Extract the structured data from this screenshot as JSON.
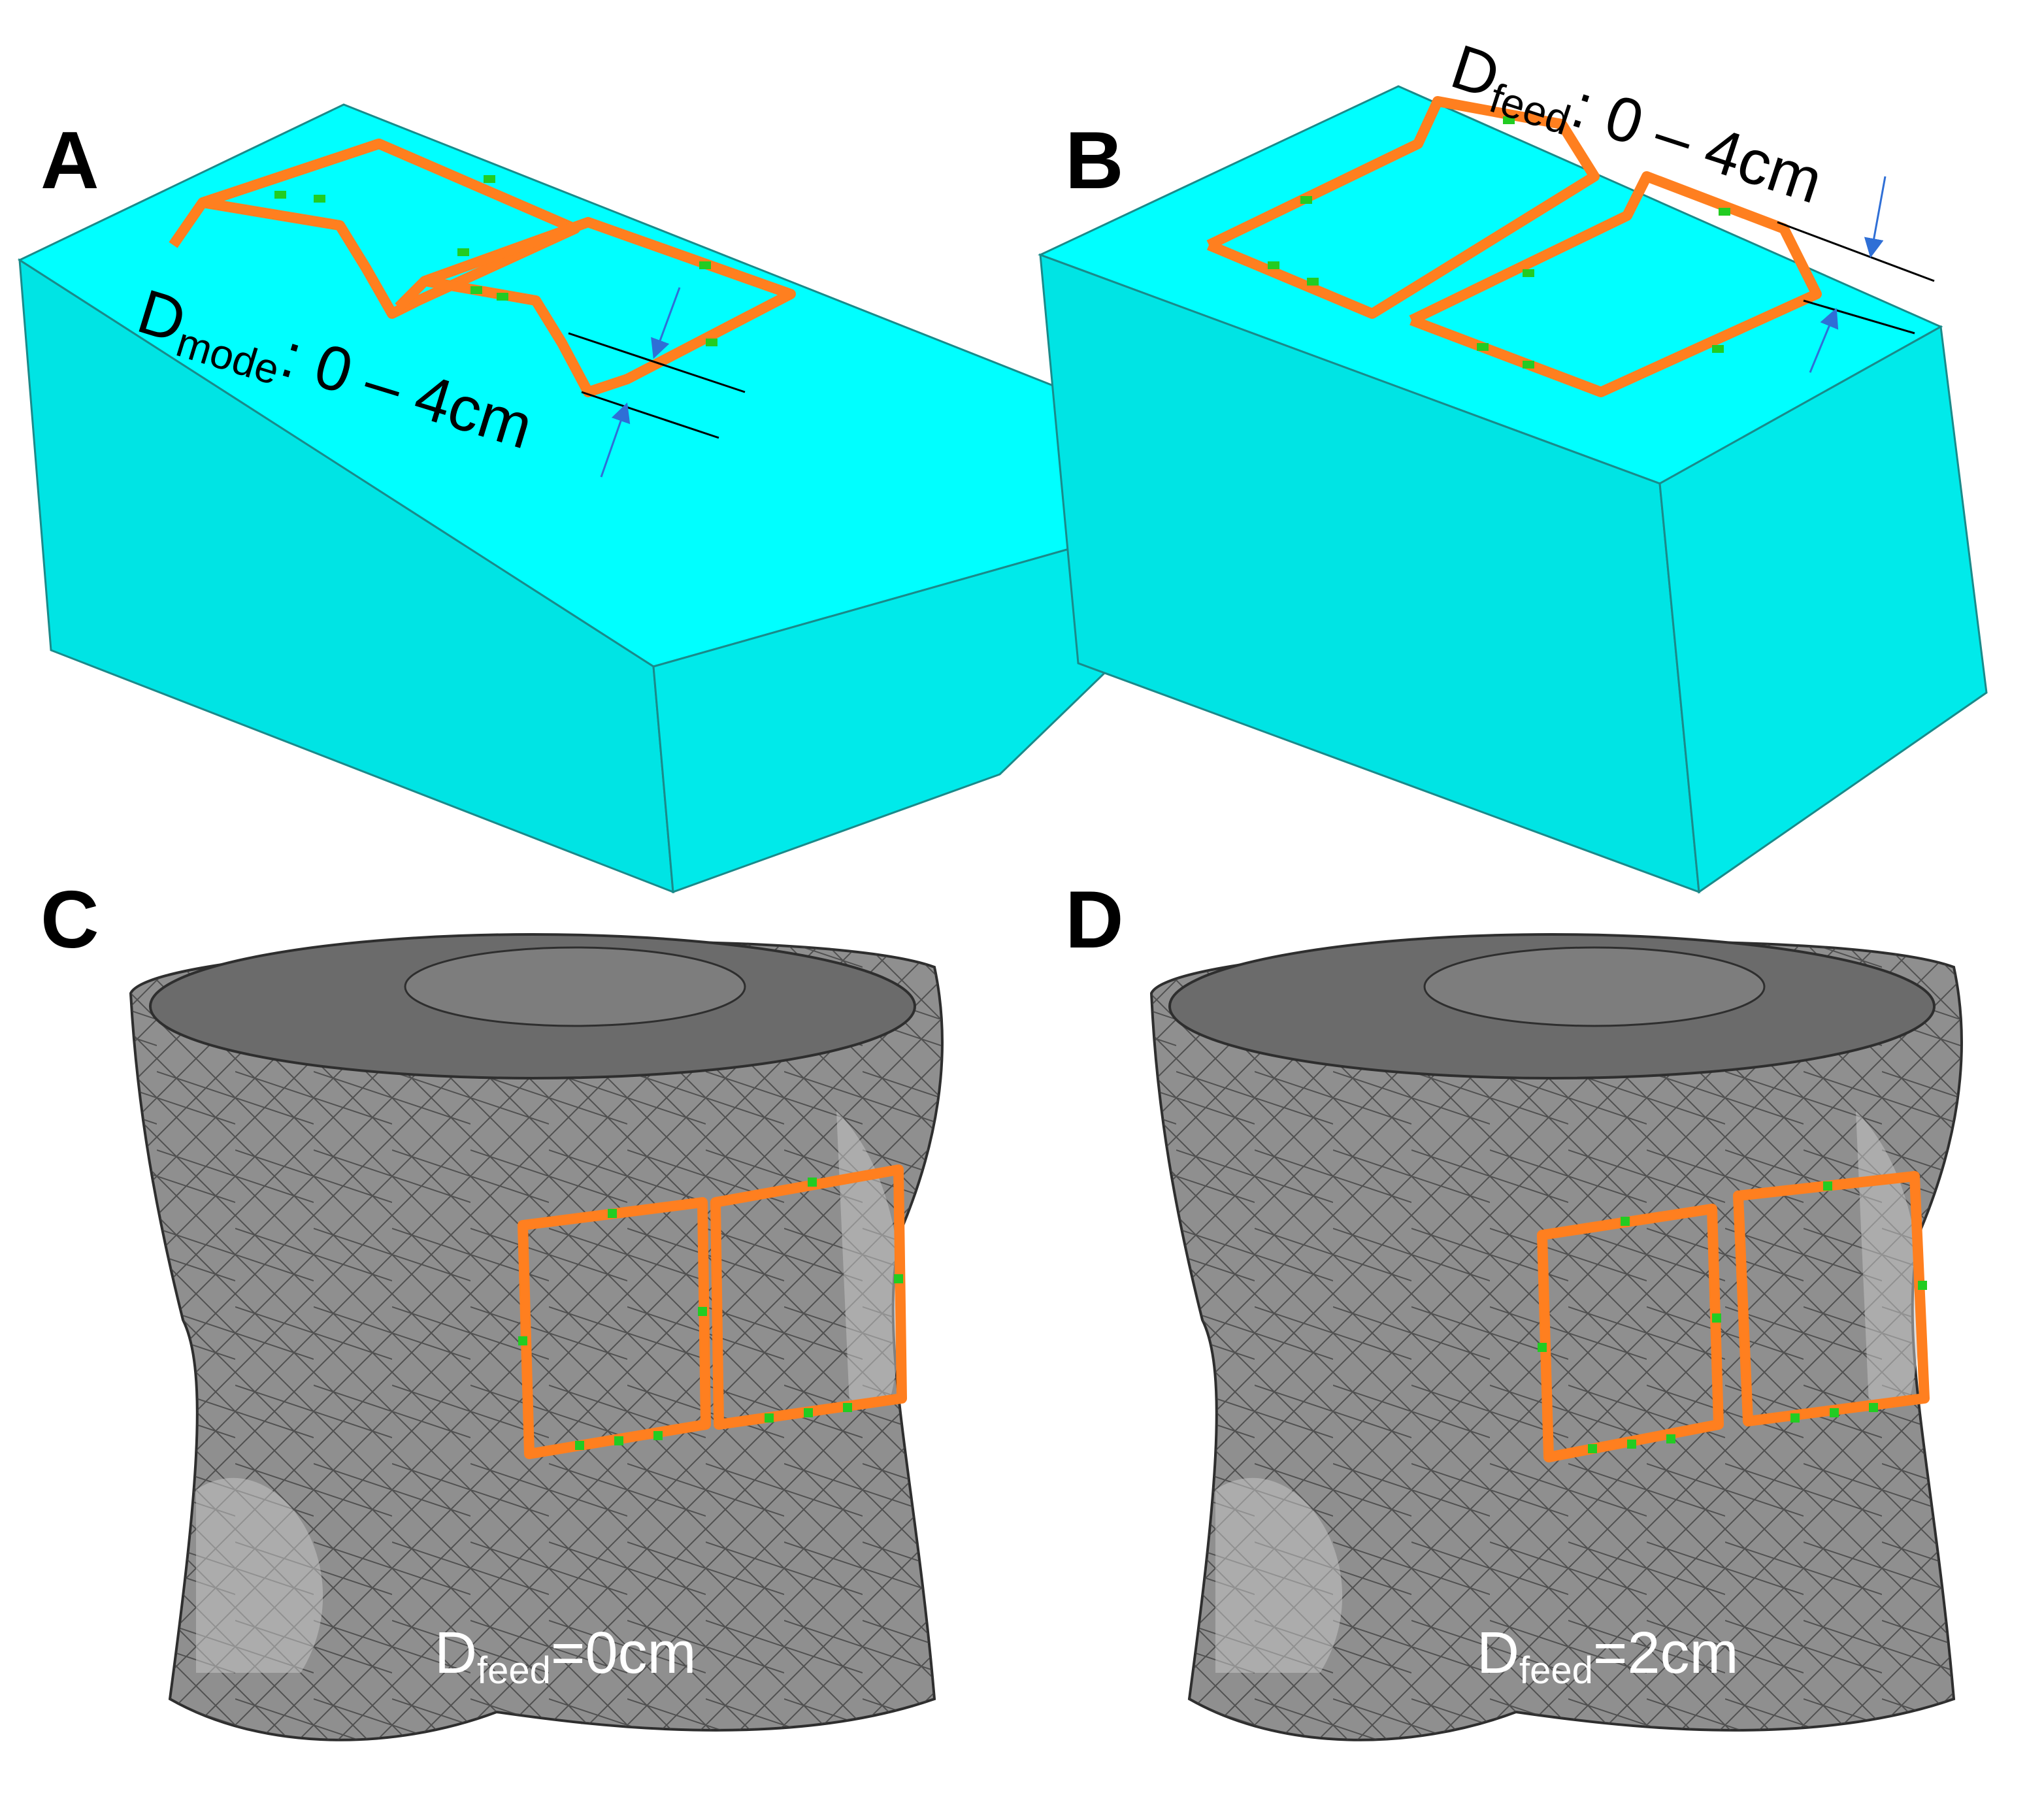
{
  "panels": [
    {
      "letter": "A",
      "label_main": "D",
      "label_sub": "mode",
      "label_rest": ": 0 – 4cm"
    },
    {
      "letter": "B",
      "label_main": "D",
      "label_sub": "feed",
      "label_rest": ": 0 – 4cm"
    },
    {
      "letter": "C",
      "caption_main": "D",
      "caption_sub": "feed",
      "caption_rest": "=0cm"
    },
    {
      "letter": "D",
      "caption_main": "D",
      "caption_sub": "feed",
      "caption_rest": "=2cm"
    }
  ],
  "colors": {
    "box_top": "#00ffff",
    "box_front": "#00e4e4",
    "box_side": "#00eaea",
    "coil": "#ff7f1f",
    "capacitor": "#22cc22",
    "arrow": "#2f6fd6",
    "phantom_dark": "#6b6b6b",
    "phantom_mid": "#8f8f8f",
    "phantom_light": "#c4c4c4",
    "mesh_line": "#3a3a3a"
  }
}
